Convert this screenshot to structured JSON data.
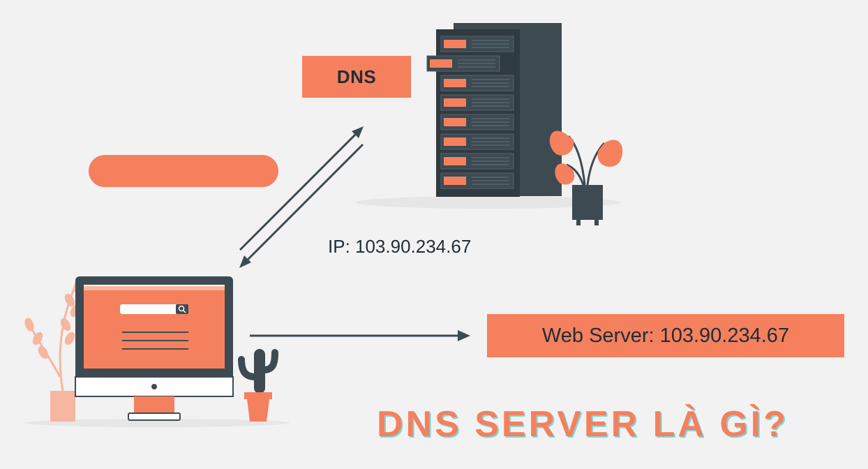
{
  "dns_label": "DNS",
  "ip_text": "IP: 103.90.234.67",
  "web_server_label": "Web Server: 103.90.234.67",
  "title": "DNS SERVER LÀ GÌ?",
  "colors": {
    "accent": "#f5805e",
    "dark": "#3d4a52",
    "background": "#f2f2f2",
    "title_shadow": "#7fd6d8"
  },
  "icons": [
    "server-rack-icon",
    "computer-monitor-icon",
    "plant-icon",
    "cactus-icon",
    "search-icon"
  ]
}
